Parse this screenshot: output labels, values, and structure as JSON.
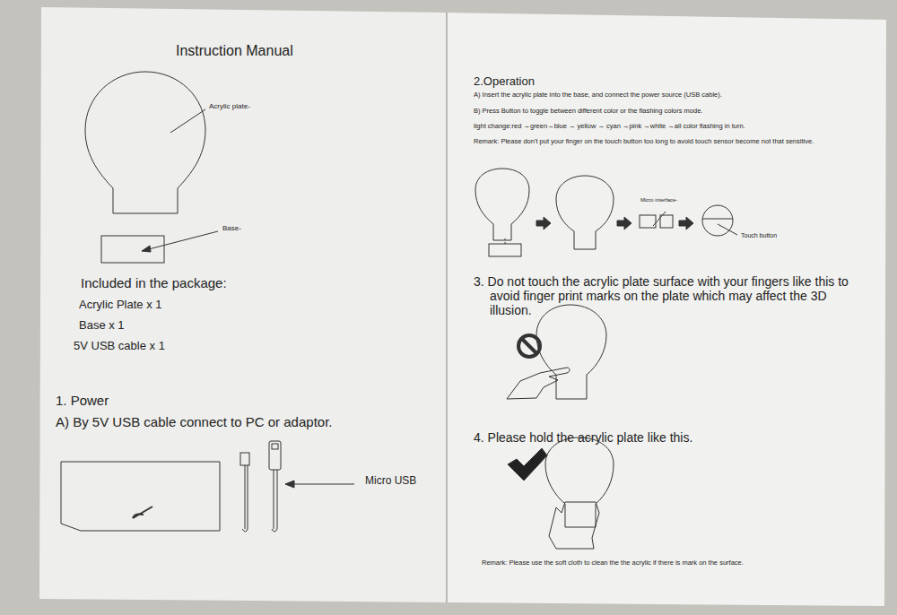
{
  "diagram": {
    "title": "Instruction Manual",
    "labels": [
      "Acrylic plate-",
      "Base-",
      "Included in the package:",
      "Acrylic Plate x 1",
      "Base x 1",
      "5V USB cable x 1",
      "1. Power",
      "A) By 5V USB cable connect to PC or adaptor.",
      "Micro USB",
      "2.Operation",
      "A) Insert the acrylic plate into the base, and connect the power source (USB cable).",
      "B) Press Button to toggle between different color or the flashing colors mode.",
      "light change:red →green→blue → yellow → cyan →pink →white →all color flashing in turn.",
      "Remark: Please don't put your finger on the touch button too long to avoid touch sensor become not that sensitive.",
      "Micro interface-",
      "Touch button",
      "3. Do not touch the acrylic plate surface with your fingers like this to avoid finger print marks on the plate which may affect the 3D illusion.",
      "4. Please hold the acrylic plate like this.",
      "Remark: Please use the soft cloth to clean the the acrylic if there is mark on the surface."
    ]
  }
}
